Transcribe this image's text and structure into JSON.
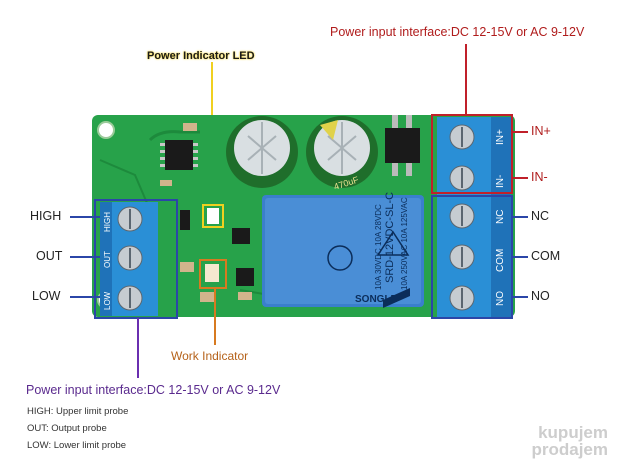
{
  "top_label": "Power input interface:DC 12-15V or AC 9-12V",
  "bottom_label": "Power input interface:DC 12-15V or AC 9-12V",
  "power_led_label": "Power Indicator LED",
  "work_indicator_label": "Work Indicator",
  "left_labels": [
    "HIGH",
    "OUT",
    "LOW"
  ],
  "right_input_labels": [
    "IN+",
    "IN-"
  ],
  "right_relay_labels": [
    "NC",
    "COM",
    "NO"
  ],
  "terminal_silk": {
    "input": [
      "IN+",
      "IN-"
    ],
    "relay": [
      "NC",
      "COM",
      "NO"
    ],
    "probe": [
      "HIGH",
      "OUT",
      "LOW"
    ]
  },
  "relay_text": {
    "model": "SRD-12VDC-SL-C",
    "rating1": "10A 250VAC  10A 125VAC",
    "rating2": "10A 30VDC  10A 28VDC",
    "brand": "SONGLE"
  },
  "capacitor_text": "470uF",
  "legend": [
    "HIGH: Upper limit probe",
    "OUT: Output probe",
    "LOW: Lower limit probe"
  ],
  "watermark": [
    "kupujem",
    "prodajem"
  ],
  "colors": {
    "pcb": "#27a24a",
    "terminal": "#2a8fd6",
    "red_annotation": "#c0202a",
    "blue_annotation": "#2b46a8",
    "purple_annotation": "#6a2fb0",
    "yellow_annotation": "#f0d020",
    "orange_annotation": "#d77a20",
    "relay": "#3a7fcc"
  }
}
